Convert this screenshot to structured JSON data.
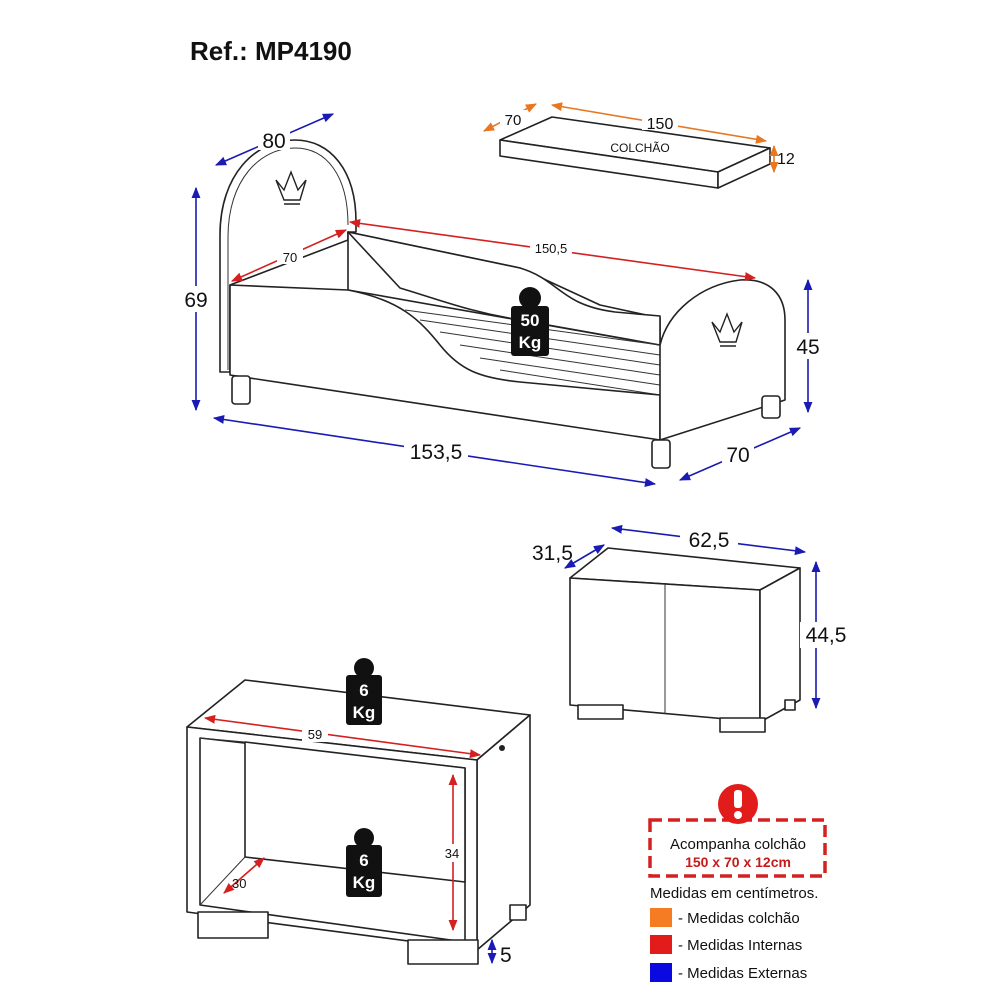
{
  "title": "Ref.: MP4190",
  "mattress": {
    "label": "COLCHÃO",
    "width": "70",
    "length": "150",
    "height": "12"
  },
  "bed": {
    "headboard_width": "80",
    "height": "69",
    "inner_width": "70",
    "inner_length": "150,5",
    "footboard_height": "45",
    "outer_length": "153,5",
    "outer_width": "70",
    "weight_value": "50",
    "weight_unit": "Kg"
  },
  "cabinet": {
    "depth": "31,5",
    "width": "62,5",
    "height": "44,5"
  },
  "bookcase": {
    "inner_width": "59",
    "inner_height": "34",
    "inner_depth": "30",
    "foot_height": "5",
    "top_weight_value": "6",
    "shelf_weight_value": "6",
    "weight_unit": "Kg"
  },
  "notice": {
    "line1": "Acompanha colchão",
    "line2": "150 x 70 x 12cm"
  },
  "legend": {
    "title": "Medidas em centímetros.",
    "items": [
      {
        "label": "- Medidas colchão",
        "color": "#f57c22"
      },
      {
        "label": "- Medidas Internas",
        "color": "#e21b1b"
      },
      {
        "label": "- Medidas Externas",
        "color": "#0a0ae0"
      }
    ]
  }
}
